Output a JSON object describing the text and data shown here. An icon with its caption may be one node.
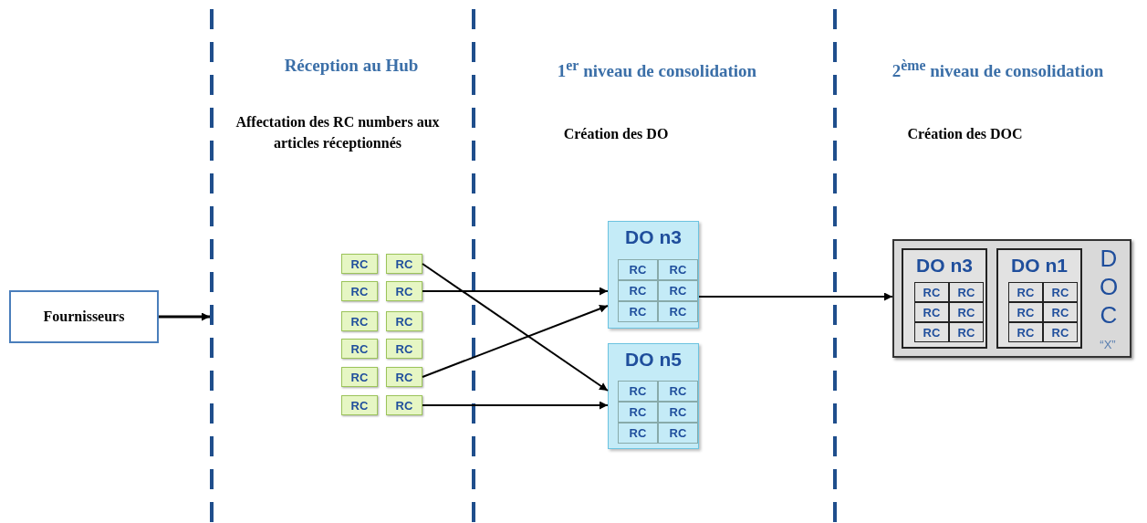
{
  "diagram": {
    "nodes": [
      {
        "text": [
          "Fournisseurs"
        ]
      },
      {
        "text": [
          "RC"
        ]
      },
      {
        "text": [
          "RC"
        ]
      },
      {
        "text": [
          "RC"
        ]
      },
      {
        "text": [
          "RC"
        ]
      },
      {
        "text": [
          "RC"
        ]
      },
      {
        "text": [
          "RC"
        ]
      },
      {
        "text": [
          "RC"
        ]
      },
      {
        "text": [
          "RC"
        ]
      },
      {
        "text": [
          "RC"
        ]
      },
      {
        "text": [
          "RC"
        ]
      },
      {
        "text": [
          "RC"
        ]
      },
      {
        "text": [
          "RC"
        ]
      },
      {
        "text": [
          "DO n3"
        ]
      },
      {
        "text": [
          "RC"
        ],
        "in": 13
      },
      {
        "text": [
          "RC"
        ],
        "in": 13
      },
      {
        "text": [
          "RC"
        ],
        "in": 13
      },
      {
        "text": [
          "RC"
        ],
        "in": 13
      },
      {
        "text": [
          "RC"
        ],
        "in": 13
      },
      {
        "text": [
          "RC"
        ],
        "in": 13
      },
      {
        "text": [
          "DO n5"
        ]
      },
      {
        "text": [
          "RC"
        ],
        "in": 20
      },
      {
        "text": [
          "RC"
        ],
        "in": 20
      },
      {
        "text": [
          "RC"
        ],
        "in": 20
      },
      {
        "text": [
          "RC"
        ],
        "in": 20
      },
      {
        "text": [
          "RC"
        ],
        "in": 20
      },
      {
        "text": [
          "RC"
        ],
        "in": 20
      },
      {
        "text": [
          "DOC",
          "“X”"
        ]
      },
      {
        "text": [
          "DO n3"
        ],
        "in": 27
      },
      {
        "text": [
          "RC"
        ],
        "in": 28
      },
      {
        "text": [
          "RC"
        ],
        "in": 28
      },
      {
        "text": [
          "RC"
        ],
        "in": 28
      },
      {
        "text": [
          "RC"
        ],
        "in": 28
      },
      {
        "text": [
          "RC"
        ],
        "in": 28
      },
      {
        "text": [
          "RC"
        ],
        "in": 28
      },
      {
        "text": [
          "DO n1"
        ],
        "in": 27
      },
      {
        "text": [
          "RC"
        ],
        "in": 35
      },
      {
        "text": [
          "RC"
        ],
        "in": 35
      },
      {
        "text": [
          "RC"
        ],
        "in": 35
      },
      {
        "text": [
          "RC"
        ],
        "in": 35
      },
      {
        "text": [
          "RC"
        ],
        "in": 35
      },
      {
        "text": [
          "RC"
        ],
        "in": 35
      }
    ],
    "edges": [
      {
        "from": 0,
        "to": null,
        "arrow": "to"
      },
      {
        "from": 2,
        "to": 20,
        "arrow": "to"
      },
      {
        "from": 4,
        "to": 13,
        "arrow": "to"
      },
      {
        "from": 10,
        "to": 13,
        "arrow": "to"
      },
      {
        "from": 12,
        "to": 20,
        "arrow": "to"
      },
      {
        "from": 13,
        "to": 27,
        "arrow": "to"
      }
    ],
    "labels": [
      "Réception au Hub",
      "1$^{er}$ niveau de consolidation",
      "2$^{ème}$ niveau de consolidation",
      "Affectation des RC numbers aux articles réceptionnés",
      "Création des DO",
      "Création des DOC"
    ]
  }
}
